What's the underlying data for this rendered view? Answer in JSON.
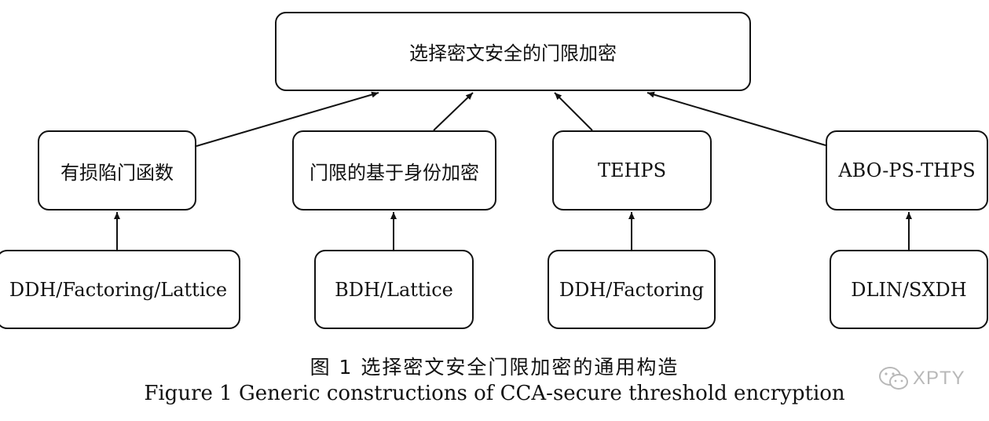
{
  "diagram": {
    "root": "选择密文安全的门限加密",
    "middle": [
      "有损陷门函数",
      "门限的基于身份加密",
      "TEHPS",
      "ABO-PS-THPS"
    ],
    "bottom": [
      "DDH/Factoring/Lattice",
      "BDH/Lattice",
      "DDH/Factoring",
      "DLIN/SXDH"
    ]
  },
  "caption": {
    "zh": "图 1  选择密文安全门限加密的通用构造",
    "en": "Figure 1  Generic constructions of CCA-secure threshold encryption"
  },
  "watermark": {
    "icon": "wechat-icon",
    "text": "XPTY"
  }
}
